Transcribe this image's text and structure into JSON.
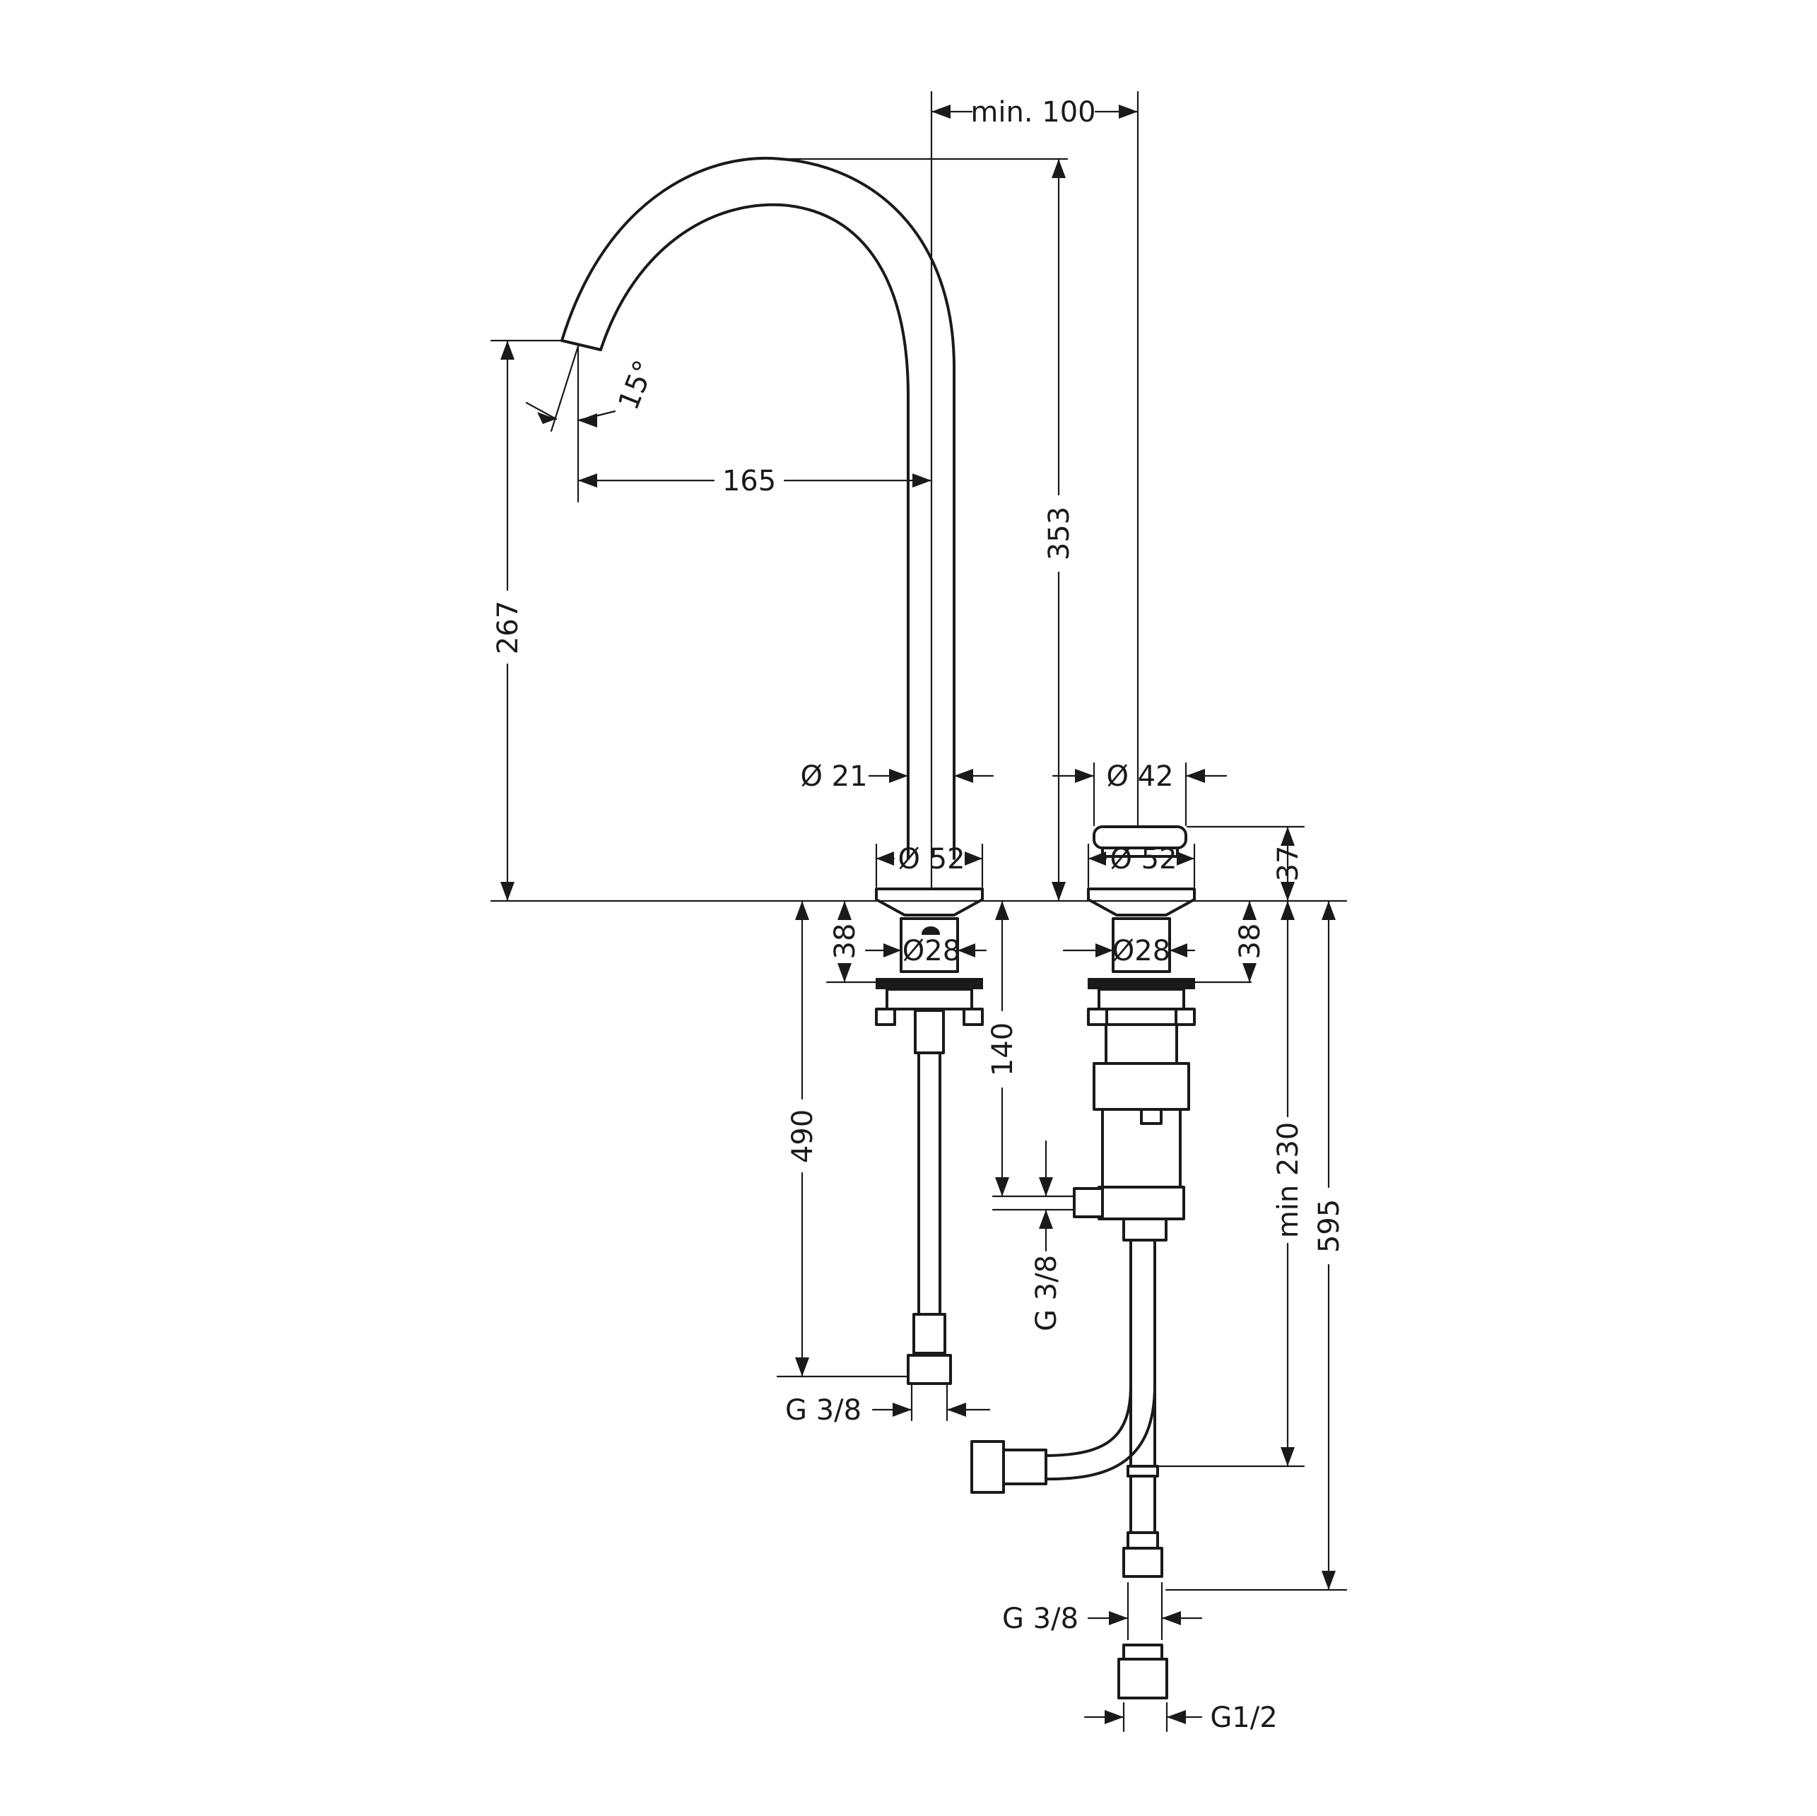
{
  "dimensions": {
    "min_100": "min. 100",
    "angle_15": "15°",
    "d165": "165",
    "d267": "267",
    "d353": "353",
    "dia21": "Ø 21",
    "dia42": "Ø 42",
    "dia52_left": "Ø 52",
    "dia52_right": "Ø 52",
    "d37": "37",
    "d38_left": "38",
    "d38_right": "38",
    "dia28_left": "Ø28",
    "dia28_right": "Ø28",
    "d140": "140",
    "d490": "490",
    "min230": "min 230",
    "d595": "595",
    "g38_side": "G 3/8",
    "g38_left": "G 3/8",
    "g38_bottom": "G 3/8",
    "g12": "G1/2"
  }
}
